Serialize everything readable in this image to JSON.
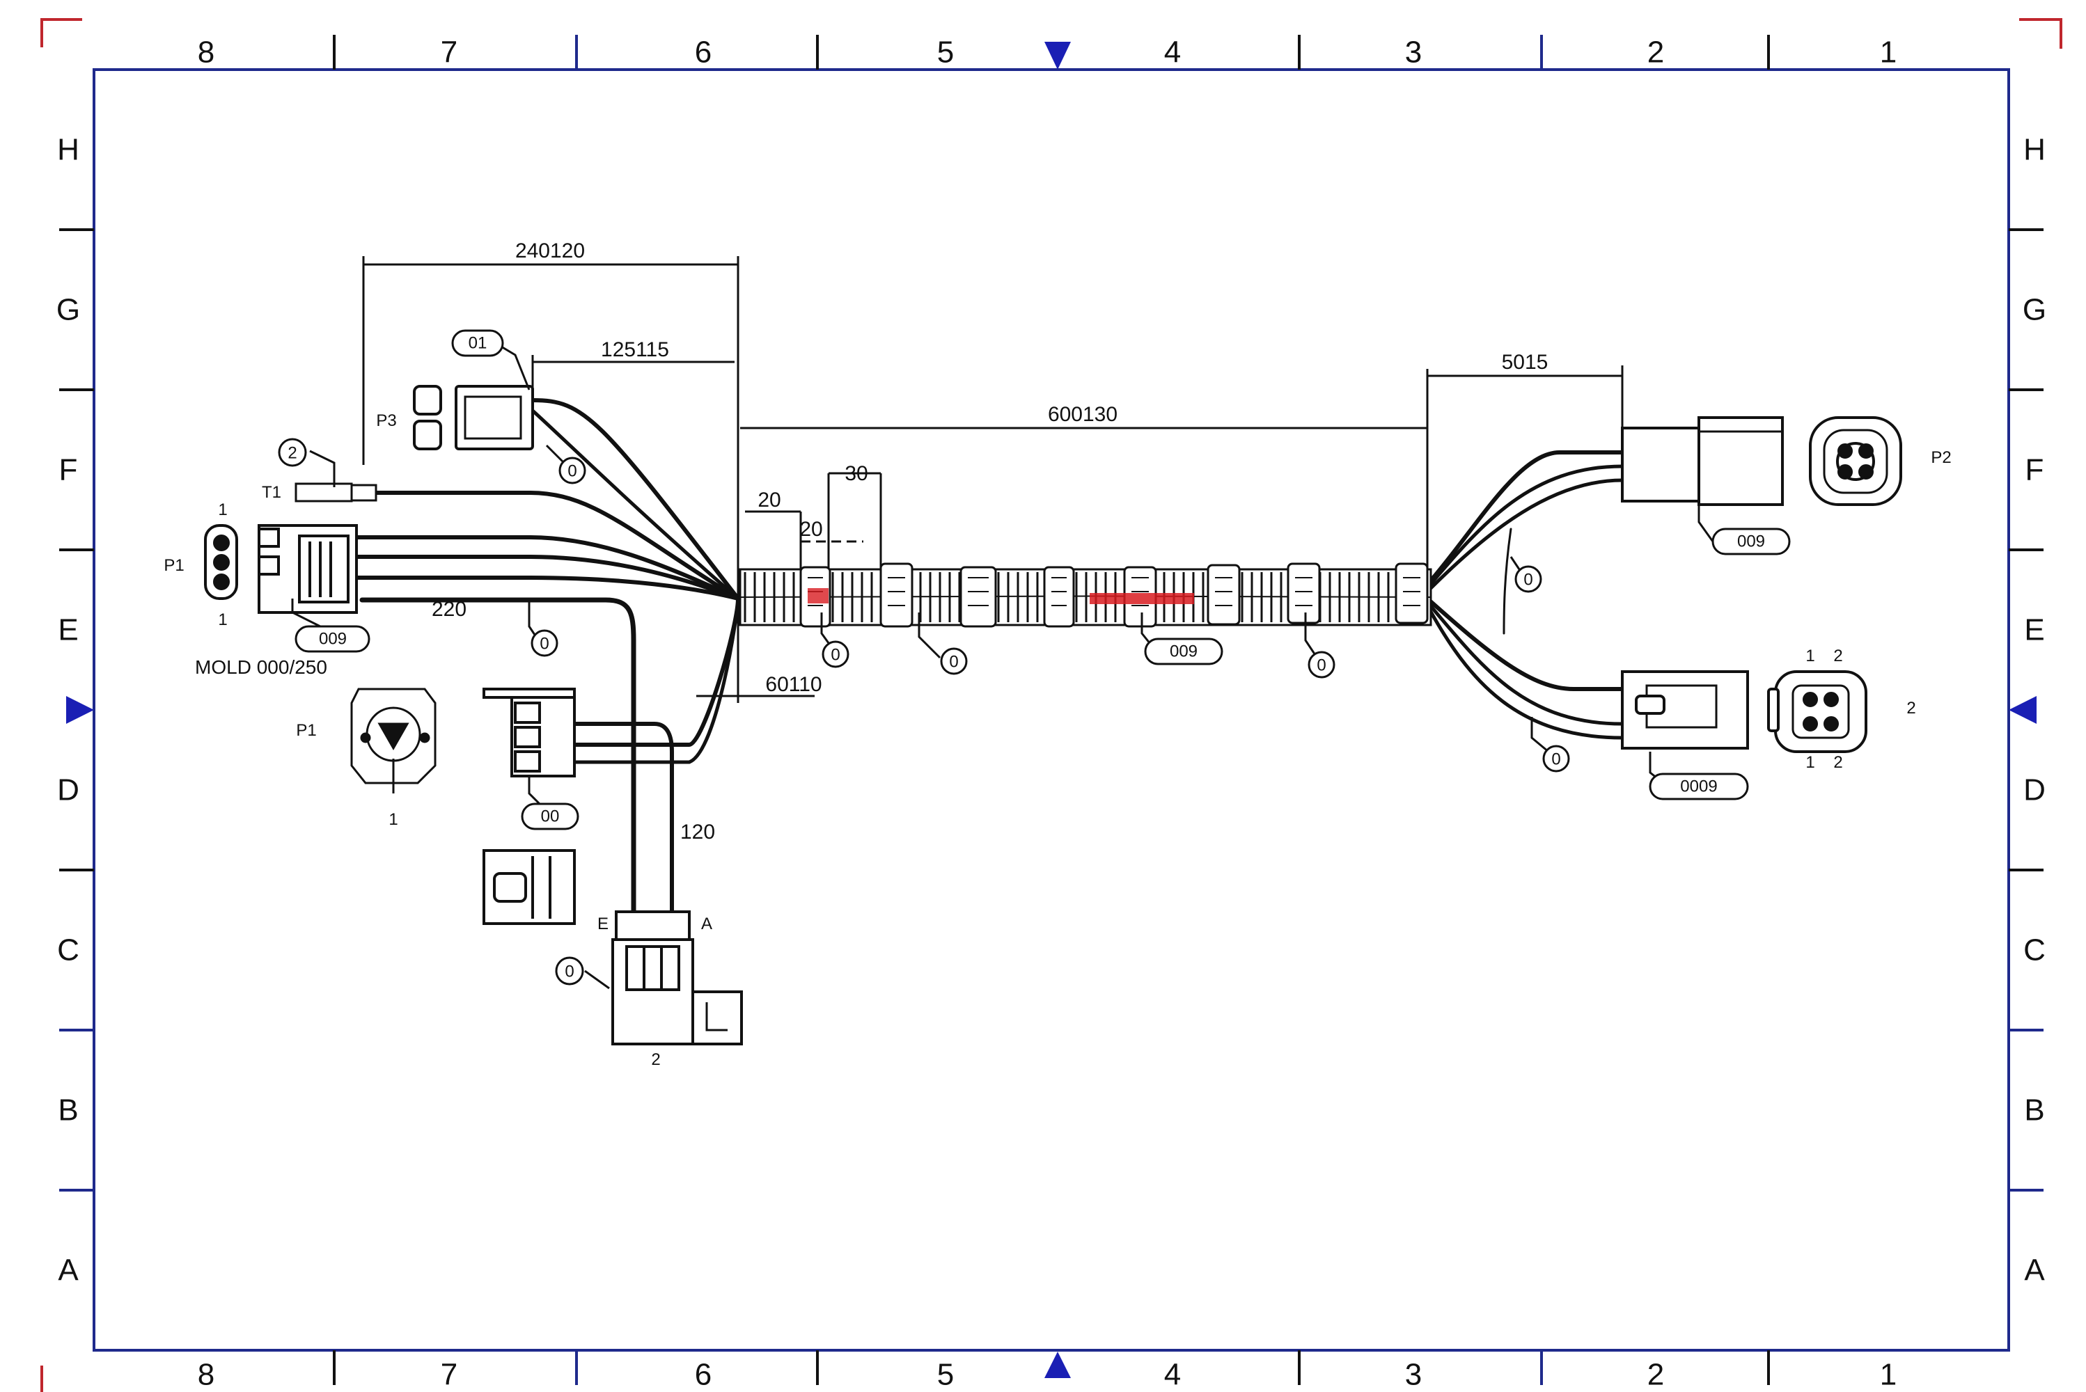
{
  "zones": {
    "columns": [
      "8",
      "7",
      "6",
      "5",
      "4",
      "3",
      "2",
      "1"
    ],
    "rows": [
      "H",
      "G",
      "F",
      "E",
      "D",
      "C",
      "B",
      "A"
    ]
  },
  "dimensions": {
    "overall_left": "240120",
    "branch_top": "125115",
    "trunk": "600130",
    "right_branch": "5015",
    "sleeve_a": "30",
    "sleeve_b": "20",
    "sleeve_c": "20",
    "left_lower": "220",
    "trunk_lower": "60110",
    "vertical_branch": "120"
  },
  "connectors": {
    "p1_label": "P1",
    "p1_part_number": "MOLD 000/250",
    "p2_label": "P1",
    "j1_label": "P2",
    "j2_label": "2",
    "p3_label": "P3",
    "t1_label": "T1",
    "bottom_label": "2",
    "bottom_e": "E",
    "bottom_a": "A",
    "pin_1": "1",
    "pin_2": "2"
  },
  "balloons": {
    "top_pair": "01",
    "left_single": "2",
    "wire_f": "0",
    "left_triple": "009",
    "mid_pair": "00",
    "bottom_single": "0",
    "trunk_a": "0",
    "trunk_b": "0",
    "trunk_triple": "009",
    "trunk_c": "0",
    "right_upper": "0",
    "right_lower": "0",
    "right_f_triple": "009",
    "right_d_quad": "0009"
  },
  "colors": {
    "border": "#1f2a8c",
    "corner_marks": "#c0272d",
    "centering_arrows": "#1a1fb4",
    "linework": "#111111",
    "highlight": "#d81b20"
  }
}
